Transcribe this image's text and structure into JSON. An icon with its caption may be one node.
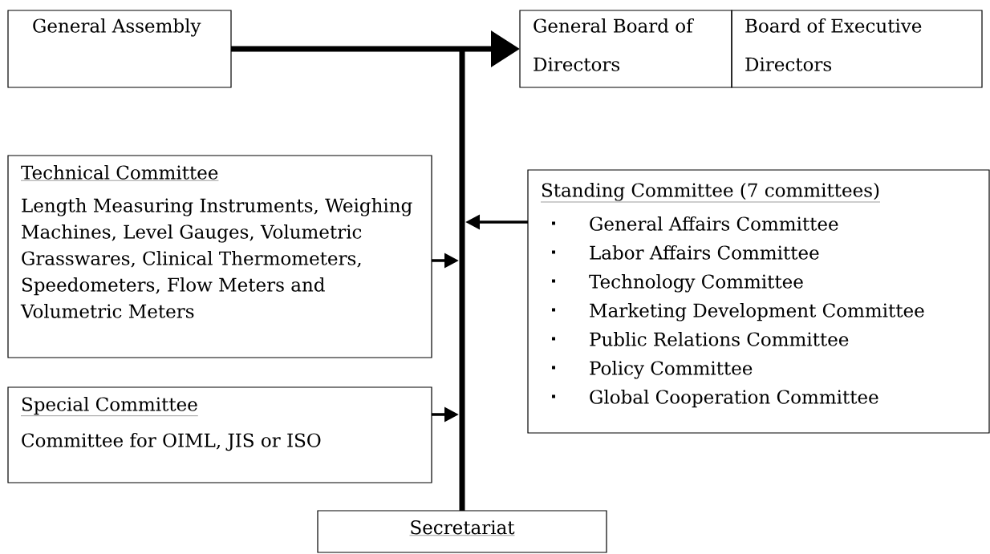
{
  "diagram": {
    "nodes": [
      {
        "text": [
          "General Assembly"
        ]
      },
      {
        "text": [
          "General Board of Directors"
        ]
      },
      {
        "text": [
          "Board of Executive Directors"
        ]
      },
      {
        "text": [
          "Technical Committee",
          "Length Measuring Instruments, Weighing Machines, Level Gauges, Volumetric Grasswares, Clinical Thermometers, Speedometers, Flow Meters and Volumetric Meters"
        ]
      },
      {
        "text": [
          "Special Committee",
          "Committee for OIML, JIS or ISO"
        ]
      },
      {
        "text": [
          "Standing Committee (7 committees)",
          "General Affairs Committee",
          "Labor Affairs Committee",
          "Technology Committee",
          "Marketing Development Committee",
          "Public Relations Committee",
          "Policy Committee",
          "Global Cooperation Committee"
        ]
      },
      {
        "text": [
          "Secretariat"
        ]
      }
    ],
    "edges": [
      {
        "from": 0,
        "to": 1,
        "arrow": "to",
        "style": "thick"
      },
      {
        "from": 6,
        "to": null,
        "arrow": "none",
        "style": "thick"
      },
      {
        "from": 3,
        "to": null,
        "arrow": "to"
      },
      {
        "from": 4,
        "to": null,
        "arrow": "to"
      },
      {
        "from": 5,
        "to": null,
        "arrow": "to"
      }
    ]
  }
}
